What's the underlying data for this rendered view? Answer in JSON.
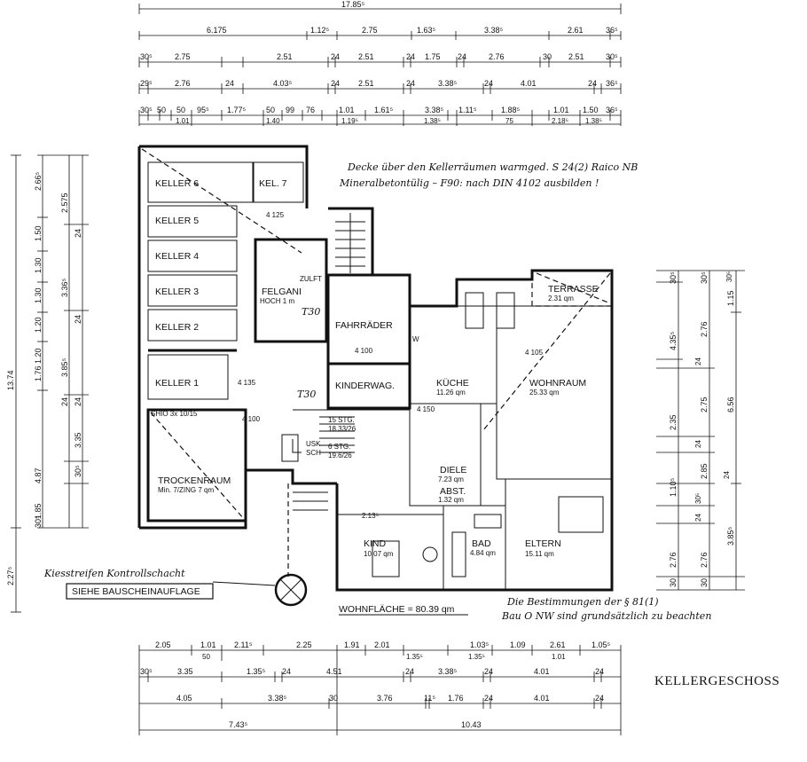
{
  "dims_top": {
    "overall": "17.85⁵",
    "row1": [
      "6.175",
      "1.12⁵",
      "2.75",
      "1.63⁵",
      "3.38⁵",
      "2.61",
      "36⁵"
    ],
    "row2": [
      "30⁵",
      "2.75",
      "2.51",
      "24",
      "2.51",
      "24",
      "1.75",
      "24",
      "2.76",
      "30",
      "2.51",
      "30⁵"
    ],
    "row3": [
      "29⁵",
      "2.76",
      "24",
      "4.03⁵",
      "24",
      "2.51",
      "24",
      "3.38⁵",
      "24",
      "4.01",
      "24",
      "36⁵"
    ],
    "row4": [
      "30⁵",
      "50",
      "50",
      "95⁵",
      "1.77⁵",
      "50",
      "99",
      "76",
      "1.01",
      "1.61⁵",
      "3.38⁵",
      "1.11⁵",
      "1.88⁵",
      "1.01",
      "1.50",
      "36⁵"
    ],
    "row4b": [
      "1.01",
      "1.40",
      "1.19⁵",
      "1.38⁵",
      "75",
      "2.18⁵",
      "1.38⁵"
    ]
  },
  "dims_bottom": {
    "row1": [
      "2.05",
      "1.01",
      "2.11⁵",
      "2.25",
      "1.91",
      "2.01",
      "1.03⁵",
      "1.09",
      "2.61",
      "1.05⁵"
    ],
    "row1b": [
      "50",
      "1.35⁵",
      "1.35⁵",
      "1.01"
    ],
    "row2": [
      "30⁵",
      "3.35",
      "1.35⁵",
      "24",
      "4.51",
      "24",
      "3.38⁵",
      "24",
      "4.01",
      "24"
    ],
    "row3": [
      "4.05",
      "3.38⁵",
      "30",
      "3.76",
      "11⁵",
      "1.76",
      "24",
      "4.01",
      "24"
    ],
    "row4": [
      "7.43⁵",
      "10.43"
    ]
  },
  "dims_left": {
    "overall": "13.74",
    "total2": "2.27⁵",
    "col1": [
      "2.66⁵",
      "1.50",
      "1.30",
      "1.30",
      "1.20",
      "1.20",
      "1.76"
    ],
    "col2": [
      "2.575",
      "3.36⁵",
      "3.85⁵",
      "3.35",
      "4.87",
      "1.85"
    ],
    "col3": [
      "24",
      "24",
      "24",
      "24",
      "30⁵",
      "30⁵"
    ]
  },
  "dims_right": {
    "col1": [
      "30⁵",
      "4.35⁵",
      "2.35",
      "1.10⁵",
      "2.76",
      "30"
    ],
    "col2": [
      "30⁵",
      "2.76",
      "2.75",
      "2.85",
      "2.76",
      "30"
    ],
    "col3": [
      "1.15",
      "6.56",
      "3.85⁵"
    ],
    "small": [
      "24",
      "24",
      "24",
      "30⁵",
      "24",
      "30⁵"
    ]
  },
  "rooms": {
    "keller6": "KELLER 6",
    "kel7": "KEL. 7",
    "keller5": "KELLER 5",
    "keller4": "KELLER 4",
    "keller3": "KELLER 3",
    "keller2": "KELLER 2",
    "keller1": "KELLER 1",
    "heizung": "FELGANI",
    "heizung_sub": "HOCH 1 m",
    "zulft": "ZULFT",
    "fahrraeder": "FAHRRÄDER",
    "kinderwag": "KINDERWAG.",
    "trockenraum": "TROCKENRAUM",
    "trockenraum_sub": "Min. 7/ZING 7 qm",
    "kueche": "KÜCHE",
    "kueche_area": "11.26 qm",
    "wohnraum": "WOHNRAUM",
    "wohnraum_area": "25.33 qm",
    "terrasse": "TERRASSE",
    "terrasse_area": "2.31 qm",
    "diele": "DIELE",
    "diele_area": "7.23 qm",
    "abst": "ABST.",
    "abst_area": "1.32 qm",
    "kind": "KIND",
    "kind_area": "10.07 qm",
    "bad": "BAD",
    "bad_area": "4.84 qm",
    "eltern": "ELTERN",
    "eltern_area": "15.11 qm",
    "bad_dim": "2.13⁵"
  },
  "annotations": {
    "t30a": "T30",
    "t30b": "T30",
    "stairs1": "15 STG.",
    "stairs1_sub": "18.33/26",
    "stairs2": "6 STG.",
    "stairs2_sub": "19.6/26",
    "shio": "SHIO 3x 10/15",
    "kueche_w": "W",
    "usk": "USK",
    "sch": "SCH",
    "dim_100a": "4 100",
    "dim_135": "4 135",
    "dim_100b": "4 100",
    "dim_150": "4 150",
    "dim_105": "4 105",
    "dim_125": "4 125"
  },
  "notes": {
    "ceiling_line1": "Decke über den Kellerräumen warmged. S 24(2) Raico NB",
    "ceiling_line2": "Mineralbetontülig – F90: nach DIN 4102 ausbilden !",
    "kiesstreifen": "Kiesstreifen Kontrollschacht",
    "bauschein": "SIEHE BAUSCHEINAUFLAGE",
    "wohnflaeche": "WOHNFLÄCHE = 80.39 qm",
    "bestimmungen_line1": "Die Bestimmungen der § 81(1)",
    "bestimmungen_line2": "Bau O NW sind grundsätzlich zu beachten",
    "title": "KELLERGESCHOSS"
  }
}
